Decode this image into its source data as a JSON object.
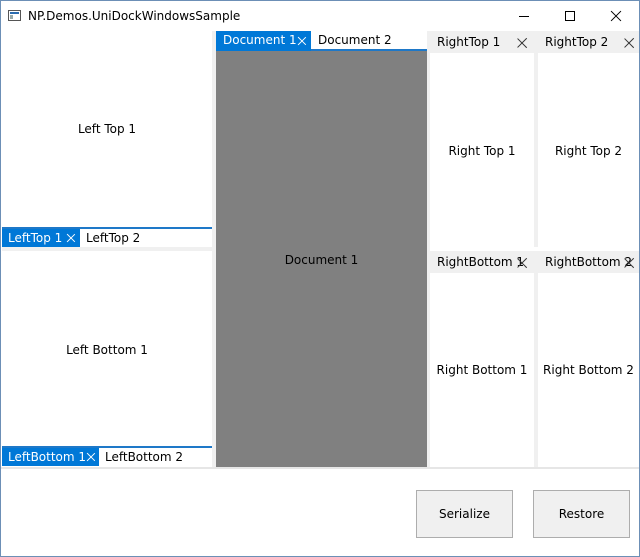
{
  "window": {
    "title": "NP.Demos.UniDockWindowsSample"
  },
  "left": {
    "top_panel_text": "Left Top 1",
    "top_tabs": [
      {
        "label": "LeftTop 1",
        "active": true
      },
      {
        "label": "LeftTop 2",
        "active": false
      }
    ],
    "bottom_panel_text": "Left Bottom 1",
    "bottom_tabs": [
      {
        "label": "LeftBottom 1",
        "active": true
      },
      {
        "label": "LeftBottom 2",
        "active": false
      }
    ]
  },
  "document": {
    "tabs": [
      {
        "label": "Document 1",
        "active": true
      },
      {
        "label": "Document 2",
        "active": false
      }
    ],
    "body_text": "Document 1"
  },
  "right": {
    "top": [
      {
        "header": "RightTop 1",
        "body": "Right Top 1"
      },
      {
        "header": "RightTop 2",
        "body": "Right Top 2"
      }
    ],
    "bottom": [
      {
        "header": "RightBottom 1",
        "body": "Right Bottom 1"
      },
      {
        "header": "RightBottom 2",
        "body": "Right Bottom 2"
      }
    ]
  },
  "buttons": {
    "serialize": "Serialize",
    "restore": "Restore"
  },
  "colors": {
    "accent": "#0078d7",
    "document_background": "#808080",
    "header_background": "#f0f0f0"
  },
  "icons": {
    "close": "close-icon",
    "minimize": "minimize-icon",
    "maximize": "maximize-icon"
  }
}
